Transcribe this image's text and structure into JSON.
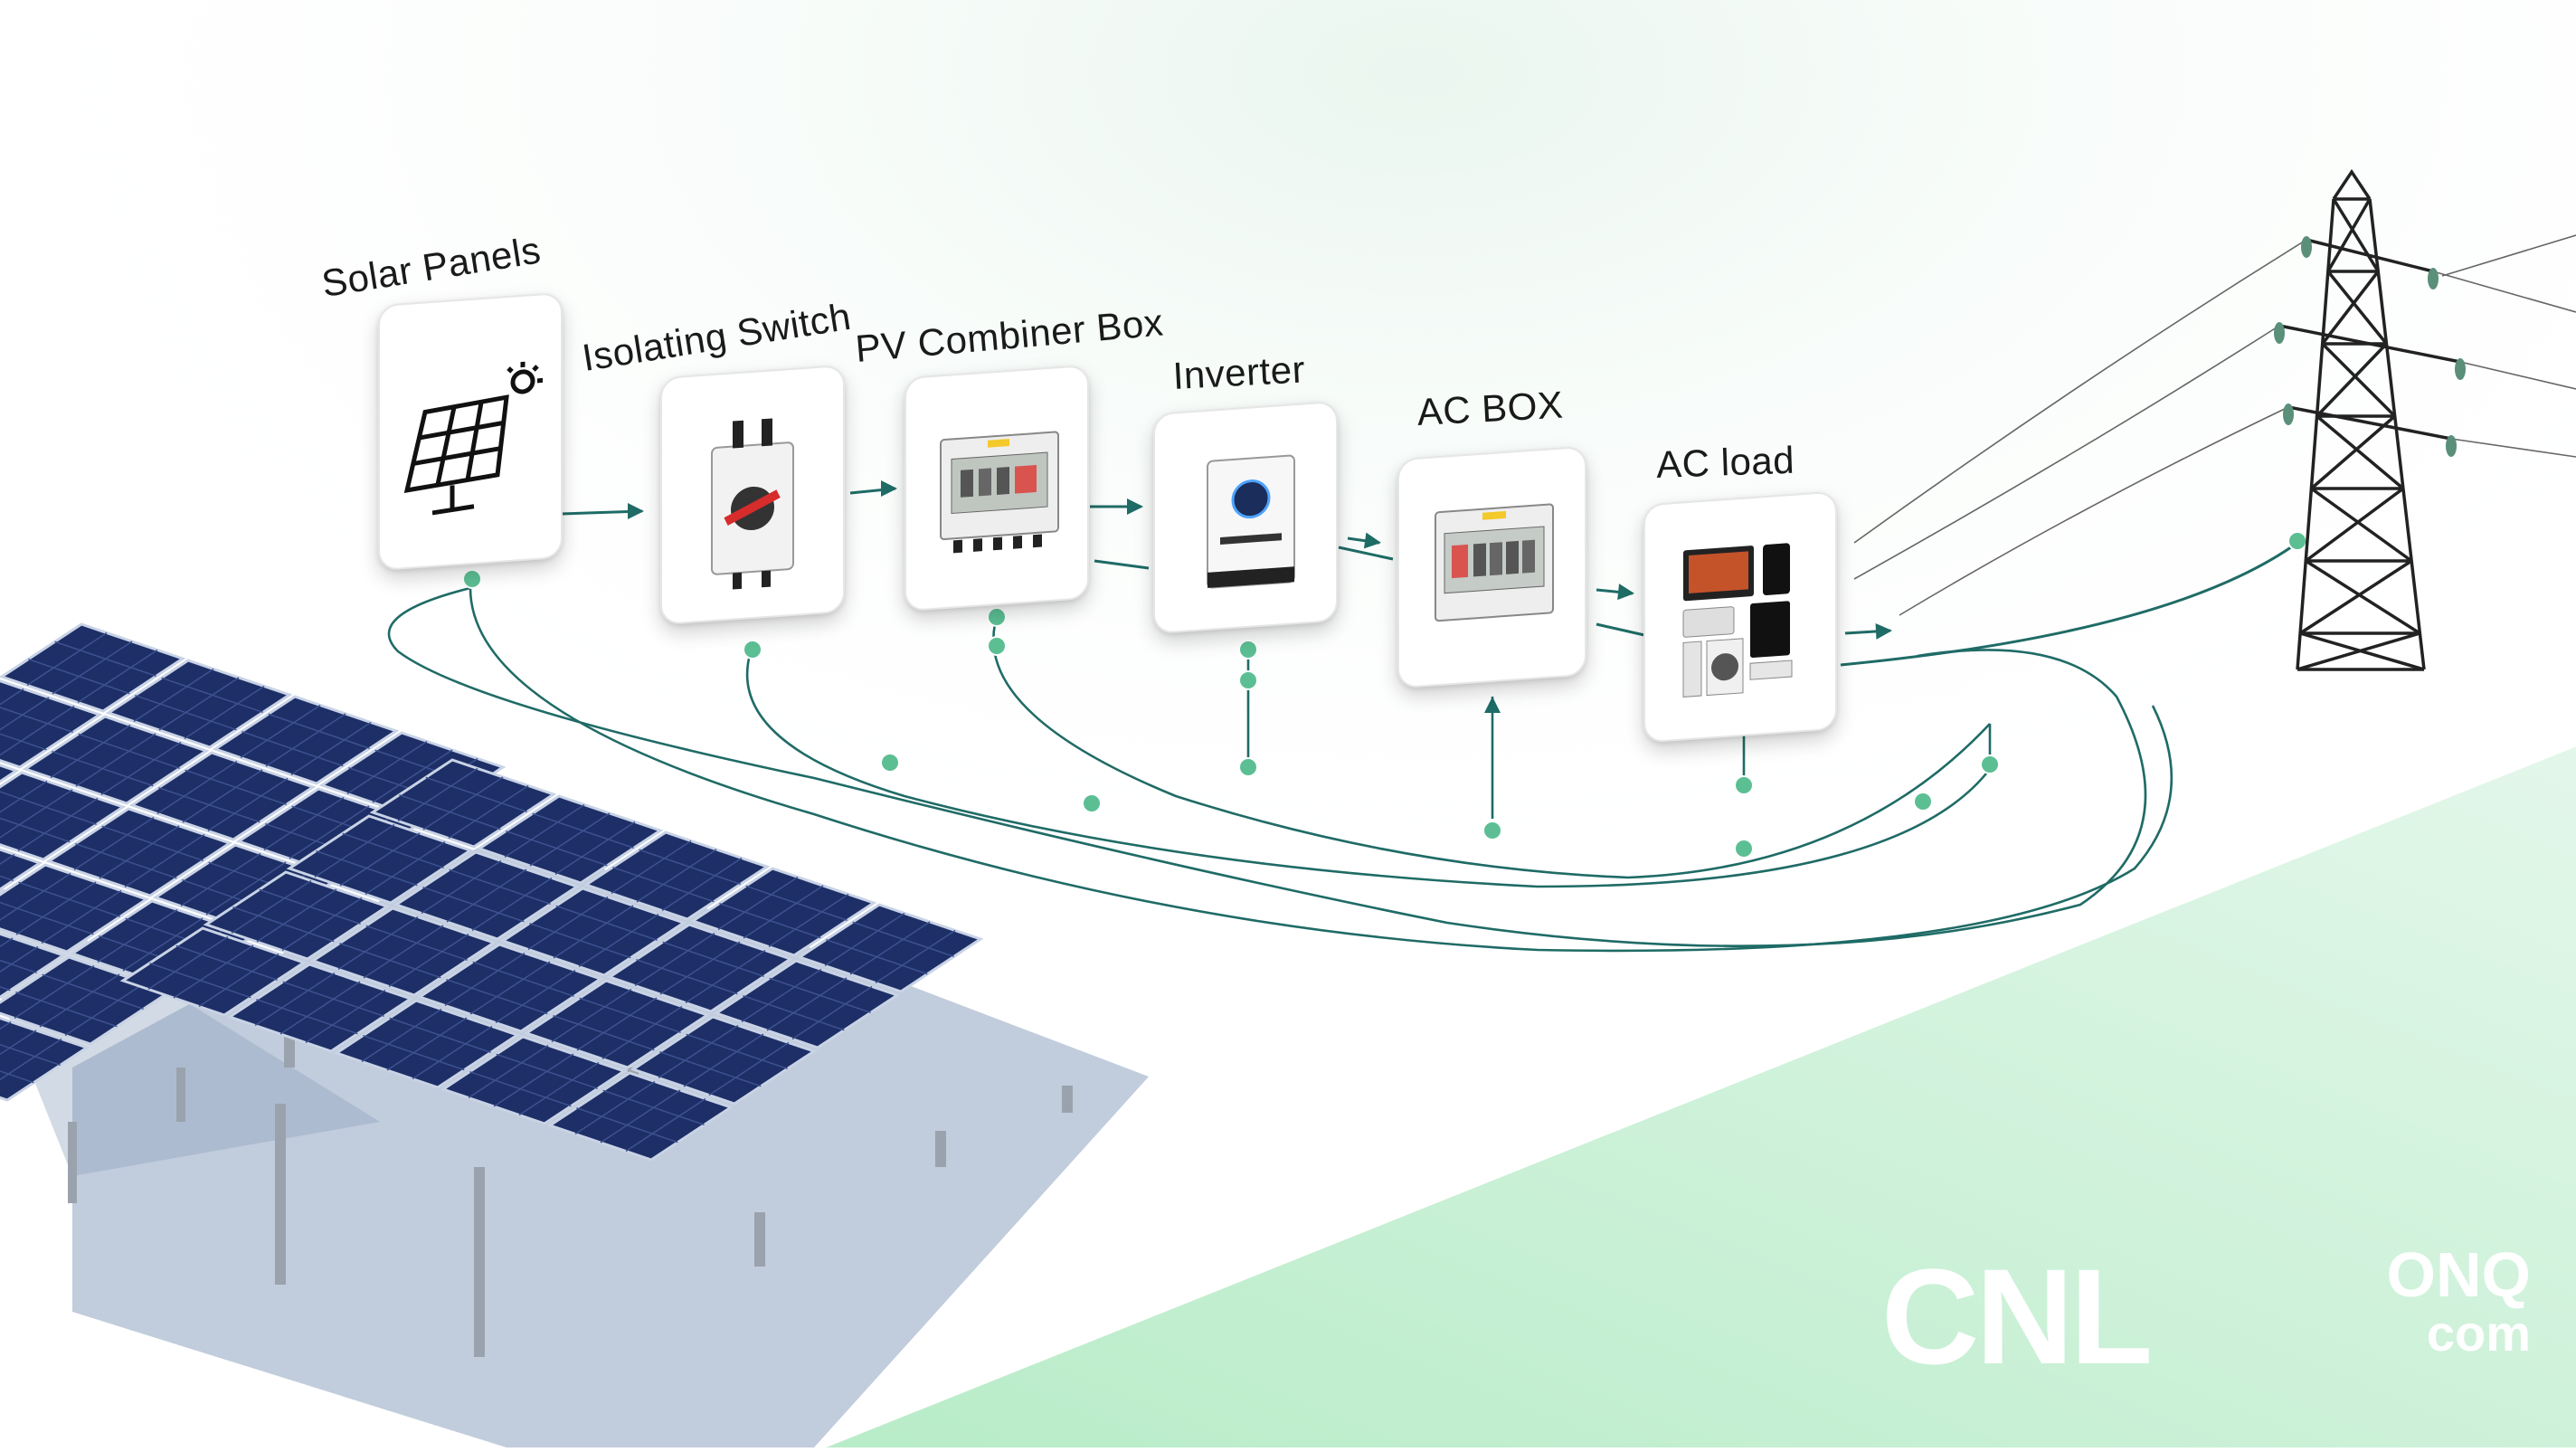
{
  "stages": [
    {
      "label": "Solar Panels",
      "icon": "solar-panel-icon"
    },
    {
      "label": "Isolating Switch",
      "icon": "isolator-switch-icon"
    },
    {
      "label": "PV Combiner Box",
      "icon": "combiner-box-icon"
    },
    {
      "label": "Inverter",
      "icon": "inverter-icon"
    },
    {
      "label": "AC BOX",
      "icon": "ac-box-icon"
    },
    {
      "label": "AC load",
      "icon": "appliances-icon"
    }
  ],
  "logo": {
    "main": "CNL",
    "top": "ONQ",
    "bottom": "com"
  },
  "colors": {
    "line": "#1f6b66",
    "node": "#5bbf93",
    "panel": "#1d2f66",
    "panel_grid": "#c9d3e6",
    "ground": "#8ea3bf",
    "green_field": "#c9f0d6"
  }
}
